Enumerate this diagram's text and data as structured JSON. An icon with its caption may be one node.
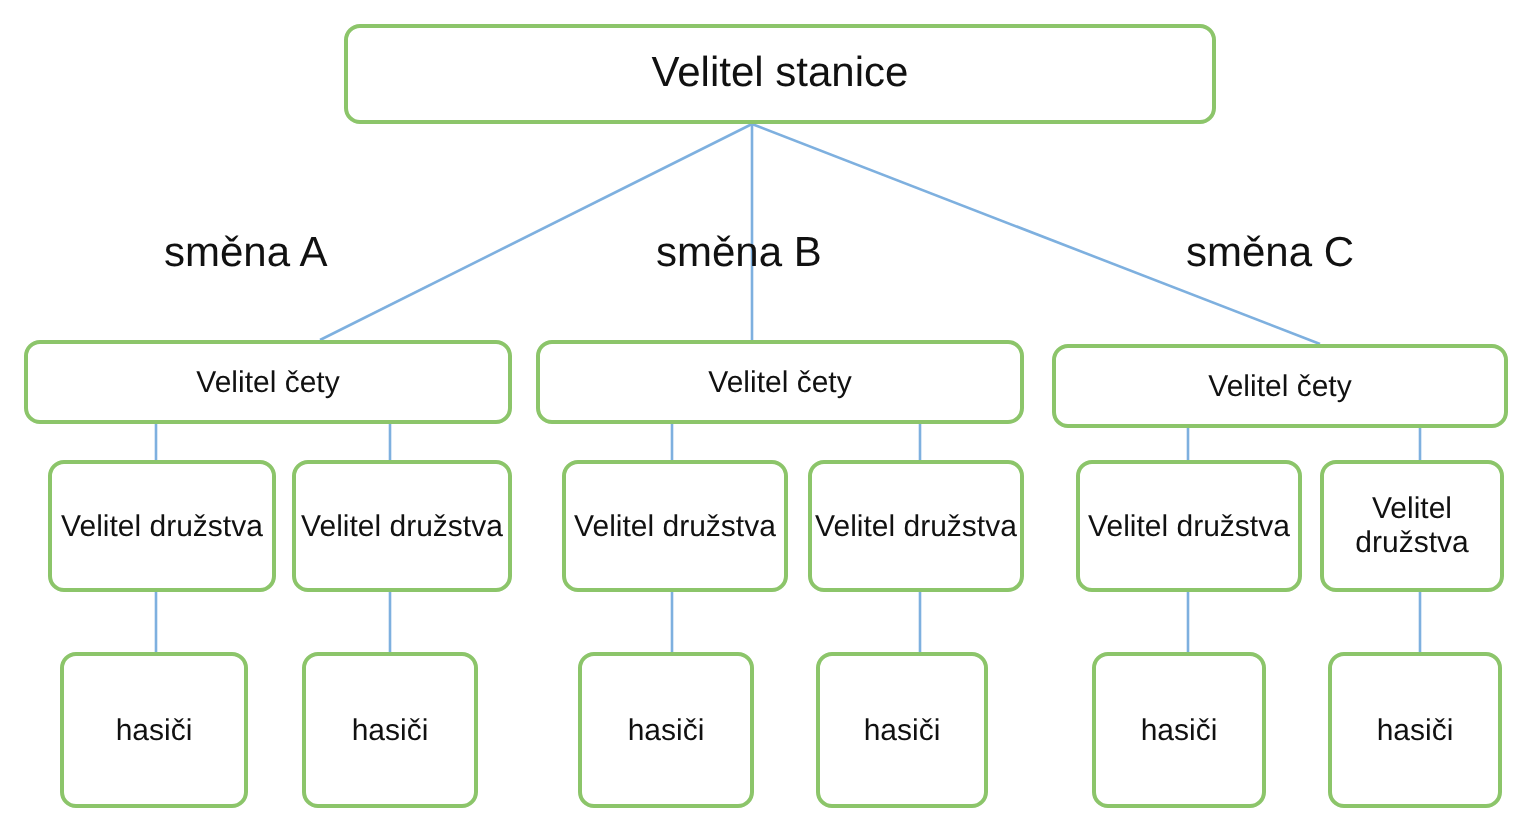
{
  "diagram": {
    "nodes": [
      {
        "text": [
          "Velitel stanice"
        ]
      },
      {
        "text": [
          "Velitel čety"
        ]
      },
      {
        "text": [
          "Velitel čety"
        ]
      },
      {
        "text": [
          "Velitel čety"
        ]
      },
      {
        "text": [
          "Velitel družstva"
        ]
      },
      {
        "text": [
          "Velitel družstva"
        ]
      },
      {
        "text": [
          "Velitel družstva"
        ]
      },
      {
        "text": [
          "Velitel družstva"
        ]
      },
      {
        "text": [
          "Velitel družstva"
        ]
      },
      {
        "text": [
          "Velitel družstva"
        ]
      },
      {
        "text": [
          "hasiči"
        ]
      },
      {
        "text": [
          "hasiči"
        ]
      },
      {
        "text": [
          "hasiči"
        ]
      },
      {
        "text": [
          "hasiči"
        ]
      },
      {
        "text": [
          "hasiči"
        ]
      },
      {
        "text": [
          "hasiči"
        ]
      }
    ],
    "edges": [
      {
        "from": 0,
        "to": 1,
        "arrow": "none"
      },
      {
        "from": 0,
        "to": 2,
        "arrow": "none"
      },
      {
        "from": 0,
        "to": 3,
        "arrow": "none"
      },
      {
        "from": 1,
        "to": 4,
        "arrow": "none"
      },
      {
        "from": 1,
        "to": 5,
        "arrow": "none"
      },
      {
        "from": 2,
        "to": 6,
        "arrow": "none"
      },
      {
        "from": 2,
        "to": 7,
        "arrow": "none"
      },
      {
        "from": 3,
        "to": 8,
        "arrow": "none"
      },
      {
        "from": 3,
        "to": 9,
        "arrow": "none"
      },
      {
        "from": 4,
        "to": 10,
        "arrow": "none"
      },
      {
        "from": 5,
        "to": 11,
        "arrow": "none"
      },
      {
        "from": 6,
        "to": 12,
        "arrow": "none"
      },
      {
        "from": 7,
        "to": 13,
        "arrow": "none"
      },
      {
        "from": 8,
        "to": 14,
        "arrow": "none"
      },
      {
        "from": 9,
        "to": 15,
        "arrow": "none"
      }
    ],
    "labels": [
      "směna A",
      "směna B",
      "směna C"
    ]
  }
}
